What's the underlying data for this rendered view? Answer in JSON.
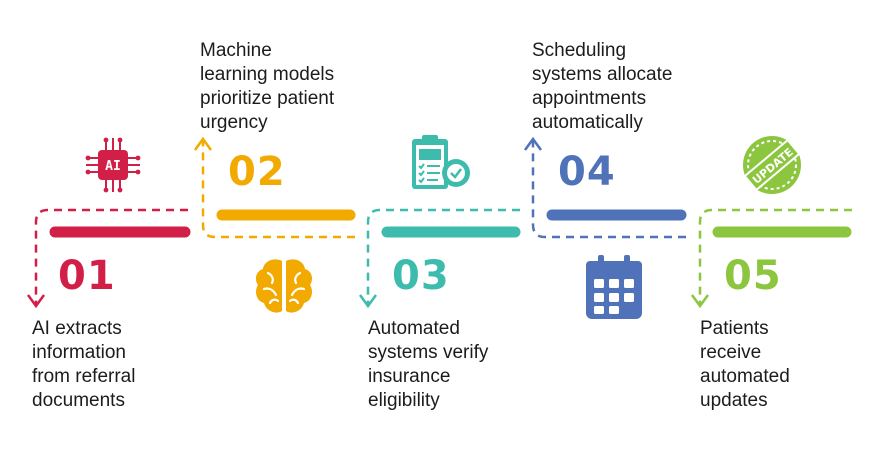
{
  "colors": {
    "step1": "#d21f47",
    "step2": "#f2a900",
    "step3": "#3dbcae",
    "step4": "#4f72b8",
    "step5": "#8cc63f",
    "text": "#1c1c1c",
    "background": "#ffffff"
  },
  "steps": [
    {
      "number": "01",
      "text": "AI extracts\ninformation\nfrom referral\ndocuments",
      "icon": "ai-chip-icon",
      "arrow": "down"
    },
    {
      "number": "02",
      "text": "Machine\nlearning models\nprioritize patient\nurgency",
      "icon": "brain-icon",
      "arrow": "up"
    },
    {
      "number": "03",
      "text": "Automated\nsystems verify\ninsurance\neligibility",
      "icon": "clipboard-check-icon",
      "arrow": "down"
    },
    {
      "number": "04",
      "text": "Scheduling\nsystems allocate\nappointments\nautomatically",
      "icon": "calendar-icon",
      "arrow": "up"
    },
    {
      "number": "05",
      "text": "Patients\nreceive\nautomated\nupdates",
      "icon": "update-badge-icon",
      "arrow": "down"
    }
  ],
  "icon_labels": {
    "ai_chip": "AI",
    "update_badge": "UPDATE"
  }
}
